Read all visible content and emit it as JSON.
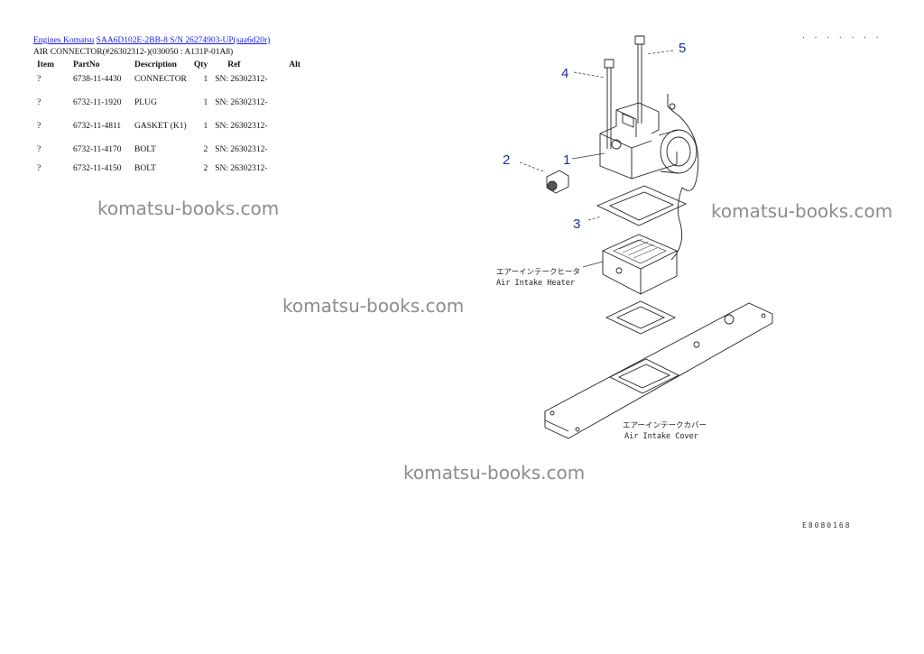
{
  "breadcrumb": {
    "link1": "Engines Komatsu",
    "link2": "SAA6D102E-2BB-8 S/N 26274903-UP(saa6d20r)"
  },
  "subtitle": "AIR CONNECTOR(#26302312-)(030050 : A131P-01A8)",
  "table": {
    "headers": [
      "Item",
      "PartNo",
      "Description",
      "Qty",
      "Ref",
      "Alt"
    ],
    "rows": [
      {
        "item": "?",
        "part": "6738-11-4430",
        "desc": "CONNECTOR",
        "qty": "1",
        "ref": "SN: 26302312-",
        "alt": ""
      },
      {
        "item": "?",
        "part": "6732-11-1920",
        "desc": "PLUG",
        "qty": "1",
        "ref": "SN: 26302312-",
        "alt": ""
      },
      {
        "item": "?",
        "part": "6732-11-4811",
        "desc": "GASKET (K1)",
        "qty": "1",
        "ref": "SN: 26302312-",
        "alt": ""
      },
      {
        "item": "?",
        "part": "6732-11-4170",
        "desc": "BOLT",
        "qty": "2",
        "ref": "SN: 26302312-",
        "alt": ""
      },
      {
        "item": "?",
        "part": "6732-11-4150",
        "desc": "BOLT",
        "qty": "2",
        "ref": "SN: 26302312-",
        "alt": ""
      }
    ]
  },
  "watermarks": [
    "komatsu-books.com",
    "komatsu-books.com",
    "komatsu-books.com",
    "komatsu-books.com"
  ],
  "diagram": {
    "callouts": [
      "1",
      "2",
      "3",
      "4",
      "5"
    ],
    "heater_label_jp": "エアーインテークヒータ",
    "heater_label_en": "Air Intake Heater",
    "cover_label_jp": "エアーインテークカバー",
    "cover_label_en": "Air Intake Cover",
    "corner_mark": ". . . . . . .",
    "footer_code": "E8080168"
  },
  "colors": {
    "link": "#1a1aee",
    "callout": "#1b2ea8",
    "watermark": "#8c8c8c"
  }
}
